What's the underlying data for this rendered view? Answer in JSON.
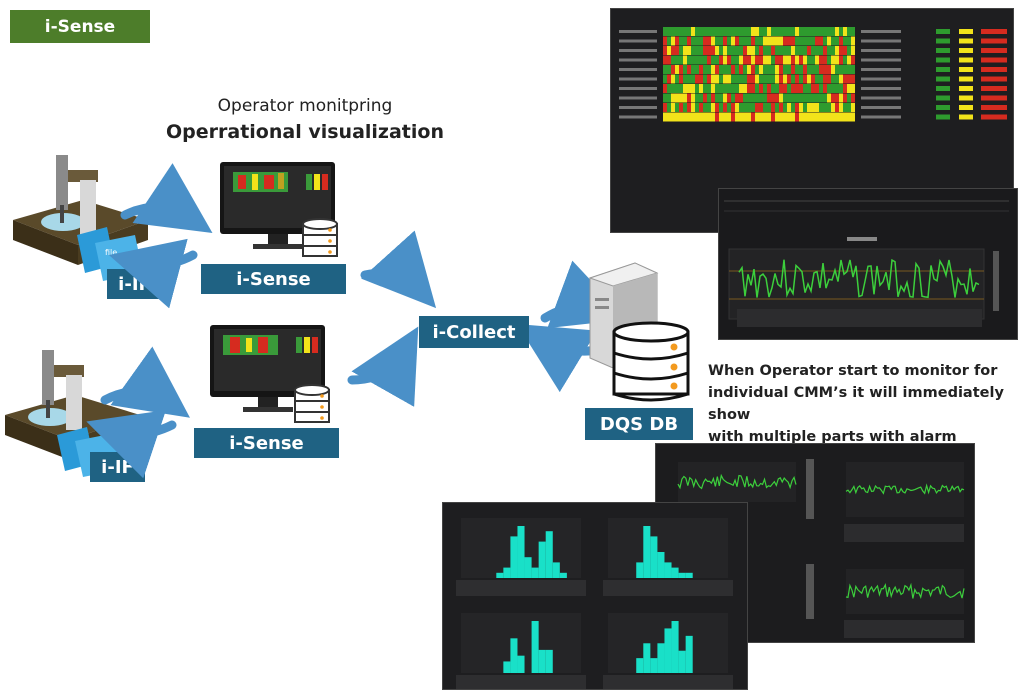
{
  "header": {
    "badge_label": "i-Sense"
  },
  "operator_text": {
    "line1": "Operator monitpring",
    "line2": "Operrational visualization"
  },
  "nodes": {
    "iif_top": "i-IF",
    "iif_bottom": "i-IF",
    "isense_top": "i-Sense",
    "isense_bottom": "i-Sense",
    "icollect": "i-Collect",
    "dqs_db": "DQS DB"
  },
  "note": {
    "line1": "When Operator start to monitor for",
    "line2": "individual CMM’s it will immediately show",
    "line3": "with multiple parts with alarm infomation"
  },
  "colors": {
    "badge_blue": "#1f6283",
    "header_green": "#4d7d2a",
    "arrow_blue": "#4a90c8",
    "heat_green": "#2e9b2e",
    "heat_red": "#d62b1f",
    "heat_yellow": "#f2e31a",
    "histogram_cyan": "#19e0c8",
    "trend_green": "#3ccf3c"
  },
  "icons": [
    "cmm-machine-icon",
    "monitor-icon",
    "database-icon",
    "server-icon",
    "curved-arrow-icon"
  ]
}
